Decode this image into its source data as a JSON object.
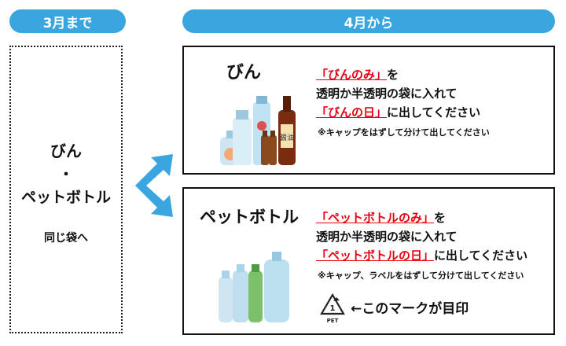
{
  "header": {
    "before_label": "3月まで",
    "after_label": "4月から"
  },
  "left": {
    "line1": "びん",
    "line2": "・",
    "line3": "ペットボトル",
    "line4": "同じ袋へ"
  },
  "bin": {
    "title": "びん",
    "l1_red": "「びんのみ」",
    "l1_rest": "を",
    "l2": "透明か半透明の袋に入れて",
    "l3_red": "「びんの日」",
    "l3_rest": "に出してください",
    "note": "※キャップをはずして分けて出してください",
    "label_soy": "醤油"
  },
  "pet": {
    "title": "ペットボトル",
    "l1_red": "「ペットボトルのみ」",
    "l1_rest": "を",
    "l2": "透明か半透明の袋に入れて",
    "l3_red": "「ペットボトルの日」",
    "l3_rest": "に出してください",
    "note": "※キャップ、ラベルをはずして分けて出してください",
    "mark_text": "←このマークが目印",
    "mark_num": "1",
    "mark_label": "PET"
  },
  "colors": {
    "accent": "#3aa6e0",
    "red": "#e60012"
  }
}
